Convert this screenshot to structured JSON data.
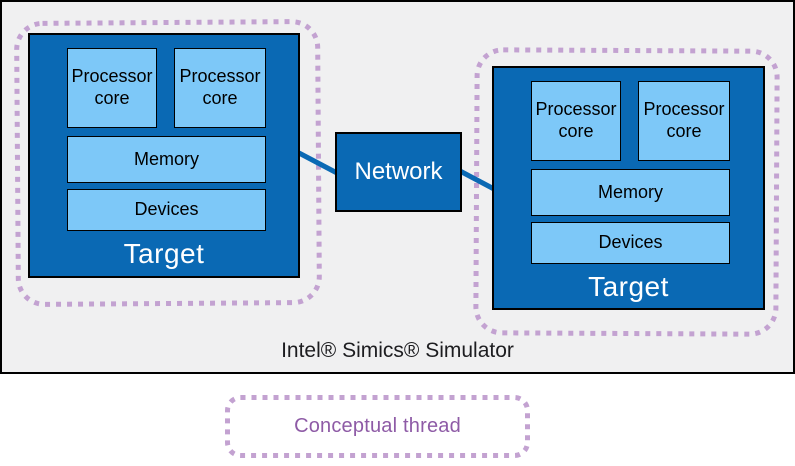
{
  "colors": {
    "dark_blue": "#0a69b4",
    "light_blue": "#7dc8f8",
    "frame_bg": "#f0f0f1",
    "thread_outline": "#c3a2d1",
    "thread_text": "#8e5ba6"
  },
  "diagram": {
    "simulator_label": "Intel® Simics® Simulator",
    "network": {
      "label": "Network"
    },
    "targets": [
      {
        "label": "Target",
        "cores": [
          {
            "label": "Processor core"
          },
          {
            "label": "Processor core"
          }
        ],
        "memory_label": "Memory",
        "devices_label": "Devices"
      },
      {
        "label": "Target",
        "cores": [
          {
            "label": "Processor core"
          },
          {
            "label": "Processor core"
          }
        ],
        "memory_label": "Memory",
        "devices_label": "Devices"
      }
    ],
    "legend": {
      "label": "Conceptual thread"
    }
  }
}
